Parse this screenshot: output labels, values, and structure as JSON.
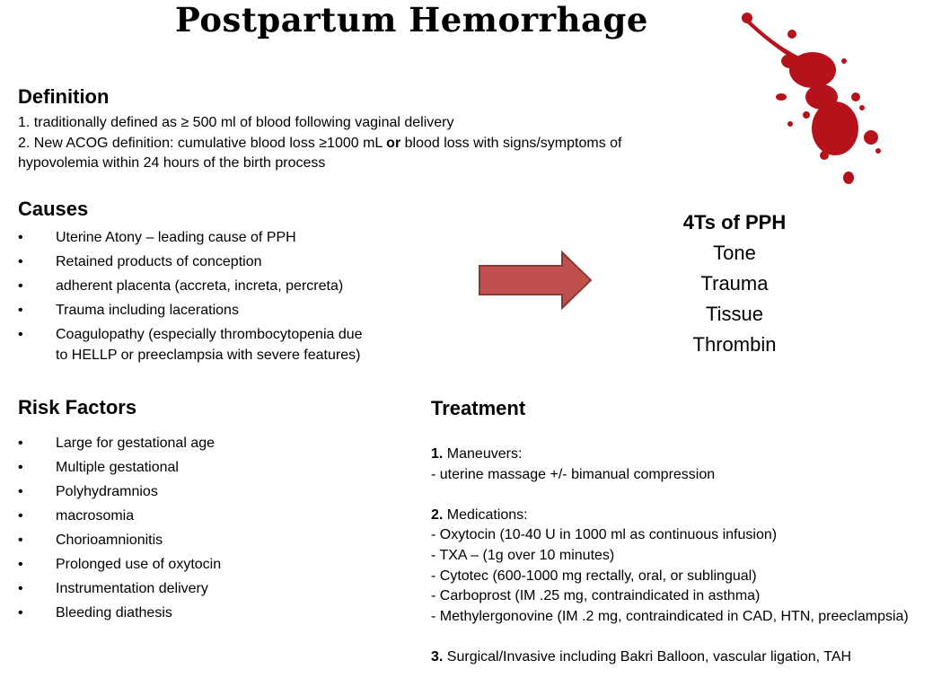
{
  "title": "Postpartum Hemorrhage",
  "definition": {
    "heading": "Definition",
    "line1": "1. traditionally defined as ≥ 500 ml of blood following vaginal delivery",
    "line2_prefix": "2. New ACOG definition: cumulative blood loss ≥1000 mL ",
    "line2_bold": "or",
    "line2_suffix": " blood loss with signs/symptoms of",
    "line3": "hypovolemia within 24 hours of the birth process"
  },
  "causes": {
    "heading": "Causes",
    "items": [
      "Uterine Atony – leading cause of PPH",
      "Retained products of conception",
      "adherent placenta (accreta, increta, percreta)",
      "Trauma including lacerations",
      "Coagulopathy (especially thrombocytopenia due",
      "to HELLP or preeclampsia with severe features)"
    ]
  },
  "four_ts": {
    "heading": "4Ts of PPH",
    "items": [
      "Tone",
      "Trauma",
      "Tissue",
      "Thrombin"
    ]
  },
  "risk_factors": {
    "heading": "Risk Factors",
    "items": [
      "Large for gestational age",
      "Multiple gestational",
      "Polyhydramnios",
      "macrosomia",
      "Chorioamnionitis",
      "Prolonged use of oxytocin",
      "Instrumentation delivery",
      "Bleeding diathesis"
    ]
  },
  "treatment": {
    "heading": "Treatment",
    "maneuvers_num": "1.",
    "maneuvers_label": " Maneuvers:",
    "maneuvers_items": [
      "- uterine massage +/- bimanual compression"
    ],
    "medications_num": "2.",
    "medications_label": " Medications:",
    "medications_items": [
      "- Oxytocin (10-40 U in 1000 ml as continuous infusion)",
      "- TXA – (1g over 10 minutes)",
      "- Cytotec (600-1000 mg rectally, oral, or sublingual)",
      "- Carboprost (IM .25 mg, contraindicated in asthma)",
      "- Methylergonovine (IM .2 mg, contraindicated in CAD, HTN, preeclampsia)"
    ],
    "surgical_num": "3.",
    "surgical_text": " Surgical/Invasive including Bakri Balloon, vascular ligation, TAH"
  },
  "bullet_symbol": "•",
  "colors": {
    "blood": "#b5121b",
    "arrow_fill": "#c0504d",
    "arrow_stroke": "#8c3836"
  },
  "icons": {
    "blood": "blood-splatter-icon",
    "arrow": "right-arrow-icon"
  }
}
